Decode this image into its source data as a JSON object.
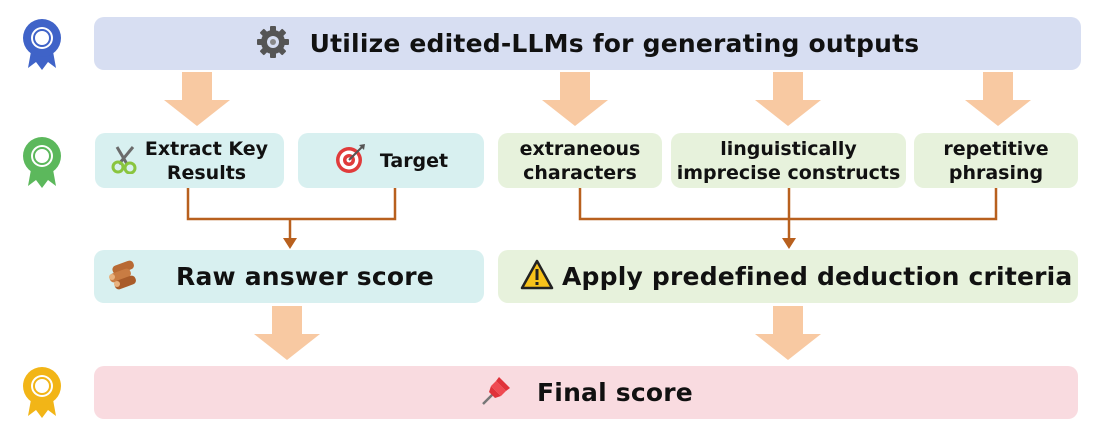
{
  "top": {
    "title": "Utilize edited-LLMs for generating outputs",
    "icon": "gear-icon"
  },
  "inputs": [
    {
      "label_line1": "Extract Key",
      "label_line2": "Results",
      "icon": "scissors-icon"
    },
    {
      "label": "Target",
      "icon": "target-icon"
    }
  ],
  "criteria": [
    {
      "line1": "extraneous",
      "line2": "characters"
    },
    {
      "line1": "linguistically",
      "line2": "imprecise constructs"
    },
    {
      "line1": "repetitive",
      "line2": "phrasing"
    }
  ],
  "raw": {
    "label": "Raw answer score",
    "icon": "wood-logs-icon"
  },
  "deduction": {
    "label": "Apply predefined deduction criteria",
    "icon": "warning-icon"
  },
  "final": {
    "label": "Final score",
    "icon": "pushpin-icon"
  },
  "ribbons": [
    {
      "color": "#3f63c8",
      "icon": "ribbon-blue-icon"
    },
    {
      "color": "#5cb85c",
      "icon": "ribbon-green-icon"
    },
    {
      "color": "#f2b517",
      "icon": "ribbon-gold-icon"
    }
  ],
  "colors": {
    "arrow_fill": "#f8c9a2",
    "connector": "#b8601e",
    "top_box": "#d7def2",
    "input_box": "#d8f0f0",
    "criteria_box": "#e7f2dc",
    "final_box": "#f9dbe0"
  }
}
